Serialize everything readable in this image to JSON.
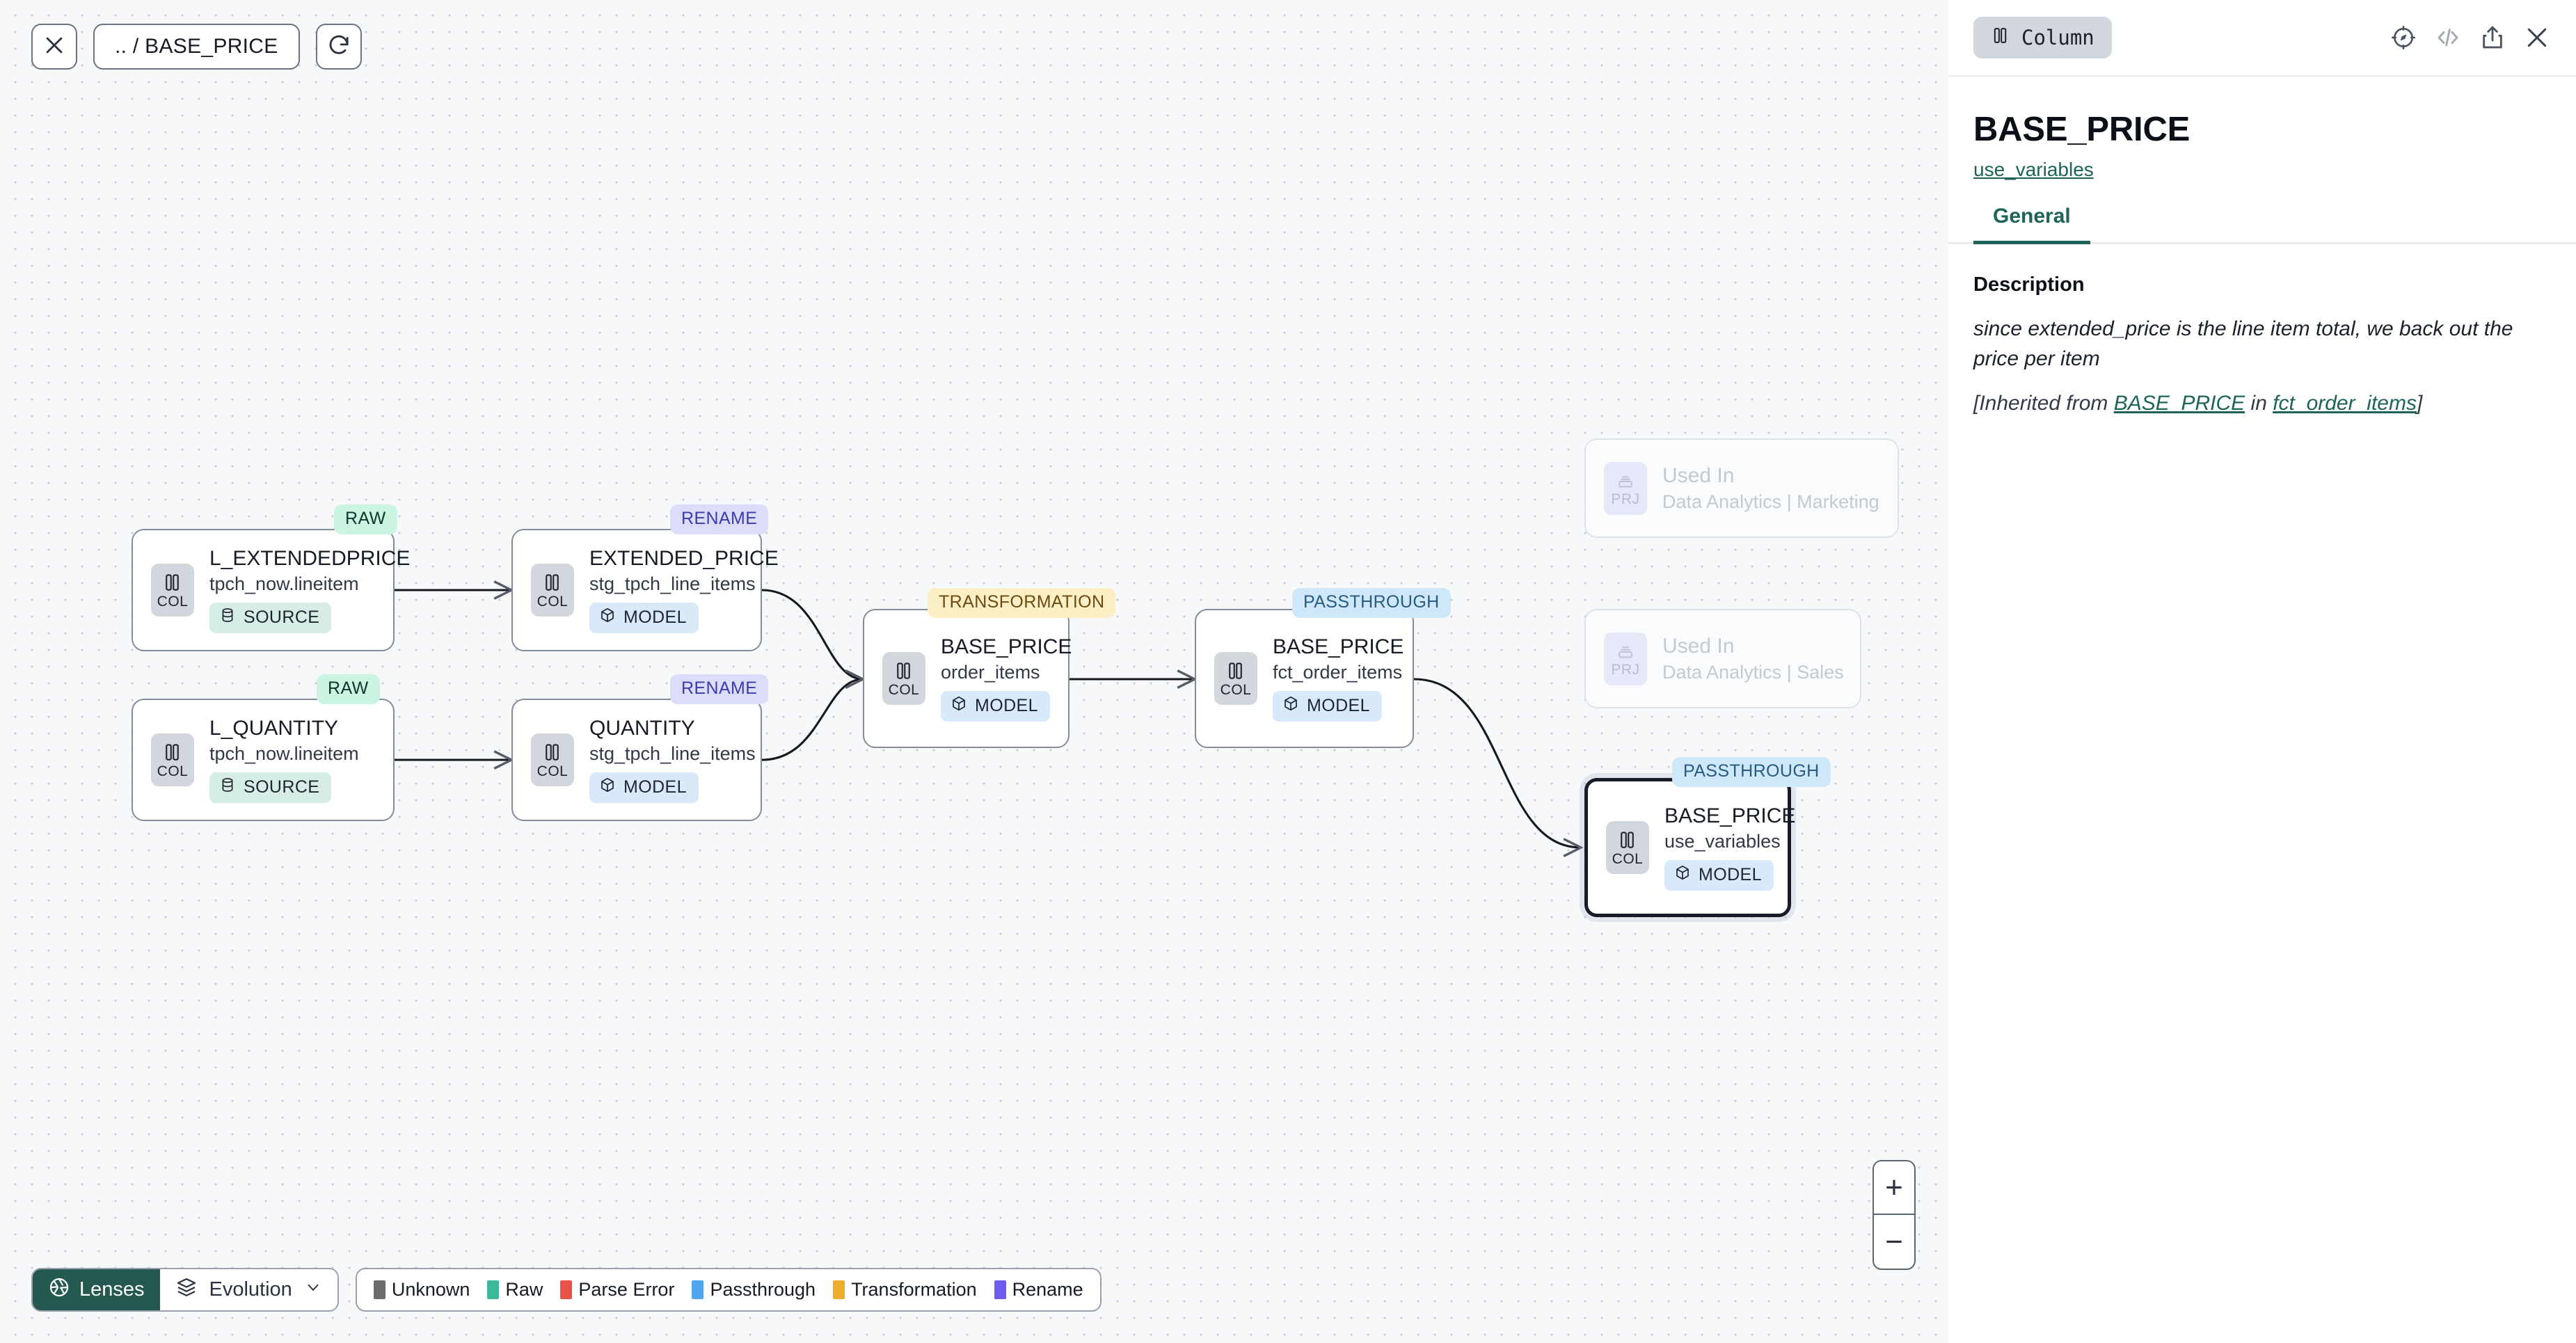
{
  "toolbar": {
    "close_icon": "close-icon",
    "breadcrumb": ".. / BASE_PRICE",
    "refresh_icon": "refresh-icon"
  },
  "graph": {
    "nodes": [
      {
        "id": "l_extendedprice",
        "title": "L_EXTENDEDPRICE",
        "sub": "tpch_now.lineitem",
        "kind": "COL",
        "material": "SOURCE",
        "badge": "RAW"
      },
      {
        "id": "l_quantity",
        "title": "L_QUANTITY",
        "sub": "tpch_now.lineitem",
        "kind": "COL",
        "material": "SOURCE",
        "badge": "RAW"
      },
      {
        "id": "extended_price",
        "title": "EXTENDED_PRICE",
        "sub": "stg_tpch_line_items",
        "kind": "COL",
        "material": "MODEL",
        "badge": "RENAME"
      },
      {
        "id": "quantity",
        "title": "QUANTITY",
        "sub": "stg_tpch_line_items",
        "kind": "COL",
        "material": "MODEL",
        "badge": "RENAME"
      },
      {
        "id": "order_items",
        "title": "BASE_PRICE",
        "sub": "order_items",
        "kind": "COL",
        "material": "MODEL",
        "badge": "TRANSFORMATION"
      },
      {
        "id": "fct_order_items",
        "title": "BASE_PRICE",
        "sub": "fct_order_items",
        "kind": "COL",
        "material": "MODEL",
        "badge": "PASSTHROUGH"
      },
      {
        "id": "use_variables",
        "title": "BASE_PRICE",
        "sub": "use_variables",
        "kind": "COL",
        "material": "MODEL",
        "badge": "PASSTHROUGH"
      }
    ],
    "ghost_nodes": [
      {
        "id": "used_in_marketing",
        "title": "Used In",
        "sub": "Data Analytics | Marketing",
        "kind": "PRJ"
      },
      {
        "id": "used_in_sales",
        "title": "Used In",
        "sub": "Data Analytics | Sales",
        "kind": "PRJ"
      }
    ]
  },
  "bottombar": {
    "lenses_label": "Lenses",
    "evolution_label": "Evolution",
    "legend": [
      {
        "label": "Unknown",
        "color": "#6b6b6b"
      },
      {
        "label": "Raw",
        "color": "#3cb79a"
      },
      {
        "label": "Parse Error",
        "color": "#e8524a"
      },
      {
        "label": "Passthrough",
        "color": "#51a7ef"
      },
      {
        "label": "Transformation",
        "color": "#eeac2a"
      },
      {
        "label": "Rename",
        "color": "#6e5cf0"
      }
    ]
  },
  "zoom_controls": {
    "in": "+",
    "out": "−"
  },
  "panel": {
    "type_chip": "Column",
    "title": "BASE_PRICE",
    "subtitle_link": "use_variables",
    "tabs": [
      {
        "label": "General",
        "active": true
      }
    ],
    "description": {
      "label": "Description",
      "text": "since extended_price is the line item total, we back out the price per item",
      "inherited_prefix": "[Inherited from ",
      "inherited_link_1": "BASE_PRICE",
      "inherited_mid": " in ",
      "inherited_link_2": "fct_order_items",
      "inherited_suffix": "]"
    },
    "icons": {
      "explore": "compass-icon",
      "code": "code-icon",
      "share": "share-icon",
      "close": "close-icon"
    }
  },
  "colors": {
    "accent": "#1d6359",
    "selection": "#171c28",
    "canvas_bg": "#f6f8fa"
  }
}
